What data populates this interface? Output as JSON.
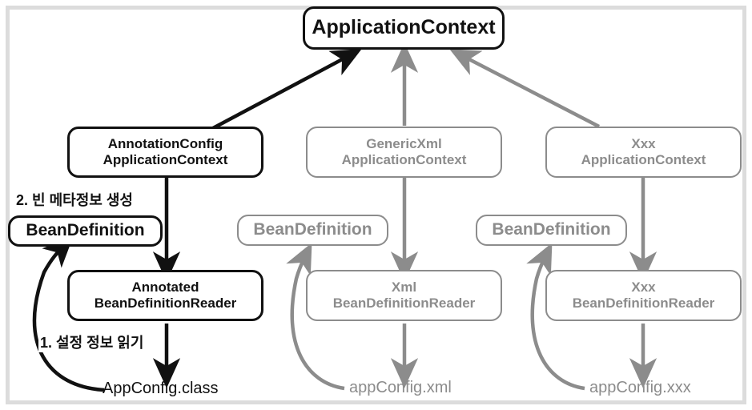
{
  "diagram": {
    "title_node": {
      "label": "ApplicationContext"
    },
    "columns": [
      {
        "id": "annotation-config",
        "tone": "black",
        "context": {
          "line1": "AnnotationConfig",
          "line2": "ApplicationContext"
        },
        "bean_definition": {
          "label": "BeanDefinition"
        },
        "reader": {
          "line1": "Annotated",
          "line2": "BeanDefinitionReader"
        },
        "config_file": {
          "label": "AppConfig.class"
        }
      },
      {
        "id": "generic-xml",
        "tone": "gray",
        "context": {
          "line1": "GenericXml",
          "line2": "ApplicationContext"
        },
        "bean_definition": {
          "label": "BeanDefinition"
        },
        "reader": {
          "line1": "Xml",
          "line2": "BeanDefinitionReader"
        },
        "config_file": {
          "label": "appConfig.xml"
        }
      },
      {
        "id": "xxx",
        "tone": "gray",
        "context": {
          "line1": "Xxx",
          "line2": "ApplicationContext"
        },
        "bean_definition": {
          "label": "BeanDefinition"
        },
        "reader": {
          "line1": "Xxx",
          "line2": "BeanDefinitionReader"
        },
        "config_file": {
          "label": "appConfig.xxx"
        }
      }
    ],
    "step_labels": {
      "step2": "2. 빈 메타정보 생성",
      "step1": "1. 설정 정보 읽기"
    },
    "colors": {
      "black": "#111111",
      "gray": "#8c8c8c",
      "frame": "#dcdcdc",
      "background": "#ffffff"
    }
  }
}
